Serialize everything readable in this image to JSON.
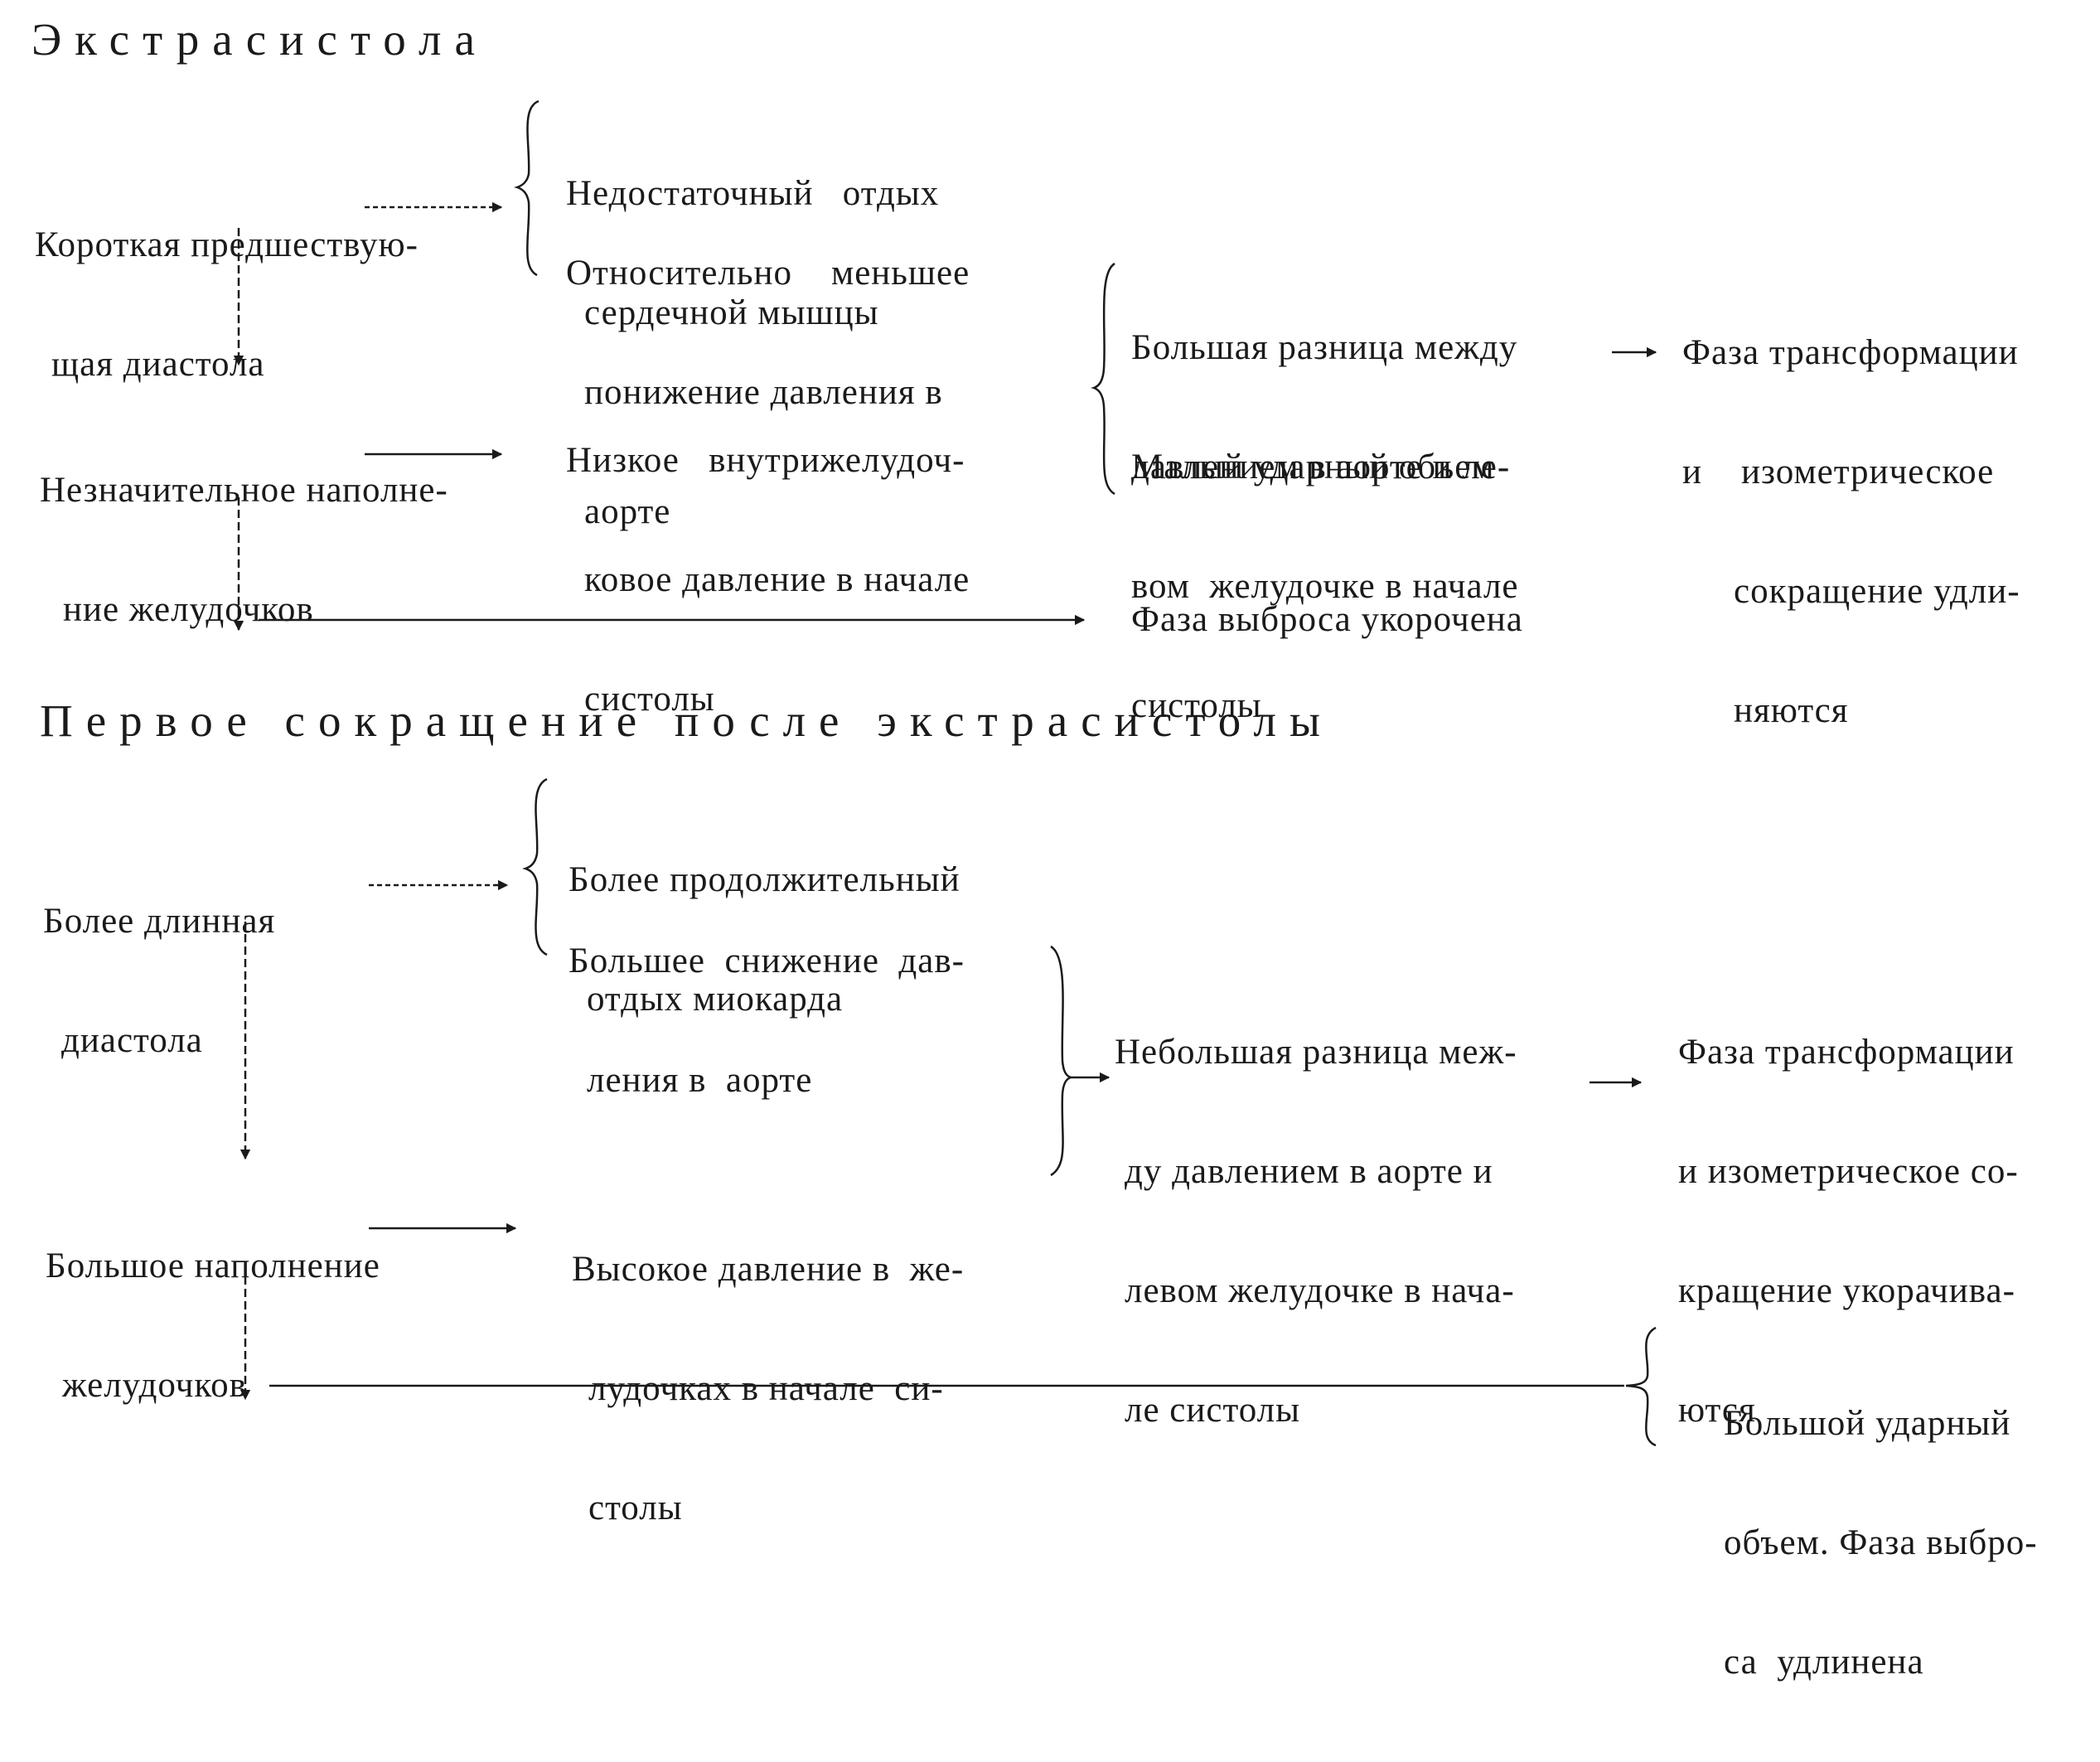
{
  "section1": {
    "title": "Экстрасистола",
    "cause1": [
      "Короткая предшествую-",
      "щая диастола"
    ],
    "effect1a": [
      "Недостаточный   отдых",
      "сердечной мышцы"
    ],
    "effect1b": [
      "Относительно    меньшее",
      "понижение давления в",
      "аорте"
    ],
    "cause2": [
      "Незначительное наполне-",
      "ние желудочков"
    ],
    "effect2": [
      "Низкое   внутрижелудоч-",
      "ковое давление в начале",
      "систолы"
    ],
    "result1": [
      "Большая разница между",
      "давлением в аорте и ле-",
      "вом  желудочке в начале",
      "систолы"
    ],
    "result2": "Малый ударный объем",
    "final1": [
      "Фаза трансформации",
      "и    изометрическое",
      "сокращение удли-",
      "няются"
    ],
    "final2": "Фаза выброса укорочена"
  },
  "section2": {
    "title": "Первое сокращение после экстрасистолы",
    "cause1": [
      "Более длинная",
      "диастола"
    ],
    "effect1a": [
      "Более продолжительный",
      "отдых миокарда"
    ],
    "effect1b": [
      "Большее  снижение  дав-",
      "ления в  аорте"
    ],
    "result1": [
      "Небольшая разница меж-",
      "ду давлением в аорте и",
      "левом желудочке в нача-",
      "ле систолы"
    ],
    "final1": [
      "Фаза трансформации",
      "и изометрическое со-",
      "кращение укорачива-",
      "ются"
    ],
    "cause2": [
      "Большое наполнение",
      "желудочков"
    ],
    "effect2": [
      "Высокое давление в  же-",
      "лудочках в начале  си-",
      "столы"
    ],
    "final2": [
      "Большой ударный",
      "объем. Фаза выбро-",
      "са  удлинена"
    ]
  }
}
